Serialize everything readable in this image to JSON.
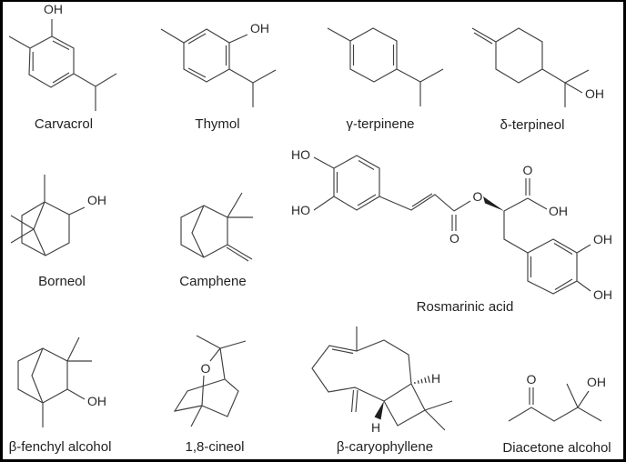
{
  "figure": {
    "type": "chemical-structure-grid",
    "background_color": "#ffffff",
    "border_color": "#000000",
    "bond_color": "#404040",
    "text_color": "#2a2a2a",
    "rows": 3,
    "molecule_count": 11
  },
  "molecules": [
    {
      "id": "carvacrol",
      "name": "Carvacrol",
      "atom_labels": {
        "oh": "OH"
      }
    },
    {
      "id": "thymol",
      "name": "Thymol",
      "atom_labels": {
        "oh": "OH"
      }
    },
    {
      "id": "gamma-terpinene",
      "name": "γ-terpinene",
      "atom_labels": {}
    },
    {
      "id": "delta-terpineol",
      "name": "δ-terpineol",
      "atom_labels": {
        "oh": "OH"
      }
    },
    {
      "id": "borneol",
      "name": "Borneol",
      "atom_labels": {
        "oh": "OH"
      }
    },
    {
      "id": "camphene",
      "name": "Camphene",
      "atom_labels": {}
    },
    {
      "id": "rosmarinic-acid",
      "name": "Rosmarinic acid",
      "atom_labels": {
        "ho_top": "HO",
        "ho_bottom": "HO",
        "ester_o": "O",
        "ketone_o": "O",
        "acid_double_o": "O",
        "acid_oh": "OH",
        "ring2_oh_top": "OH",
        "ring2_oh_bottom": "OH"
      }
    },
    {
      "id": "beta-fenchyl-alcohol",
      "name": "β-fenchyl alcohol",
      "atom_labels": {
        "oh": "OH"
      }
    },
    {
      "id": "cineol",
      "name": "1,8-cineol",
      "atom_labels": {
        "o": "O"
      }
    },
    {
      "id": "beta-caryophyllene",
      "name": "β-caryophyllene",
      "atom_labels": {
        "h_right": "H",
        "h_bottom": "H"
      }
    },
    {
      "id": "diacetone-alcohol",
      "name": "Diacetone alcohol",
      "atom_labels": {
        "o": "O",
        "oh": "OH"
      }
    }
  ]
}
